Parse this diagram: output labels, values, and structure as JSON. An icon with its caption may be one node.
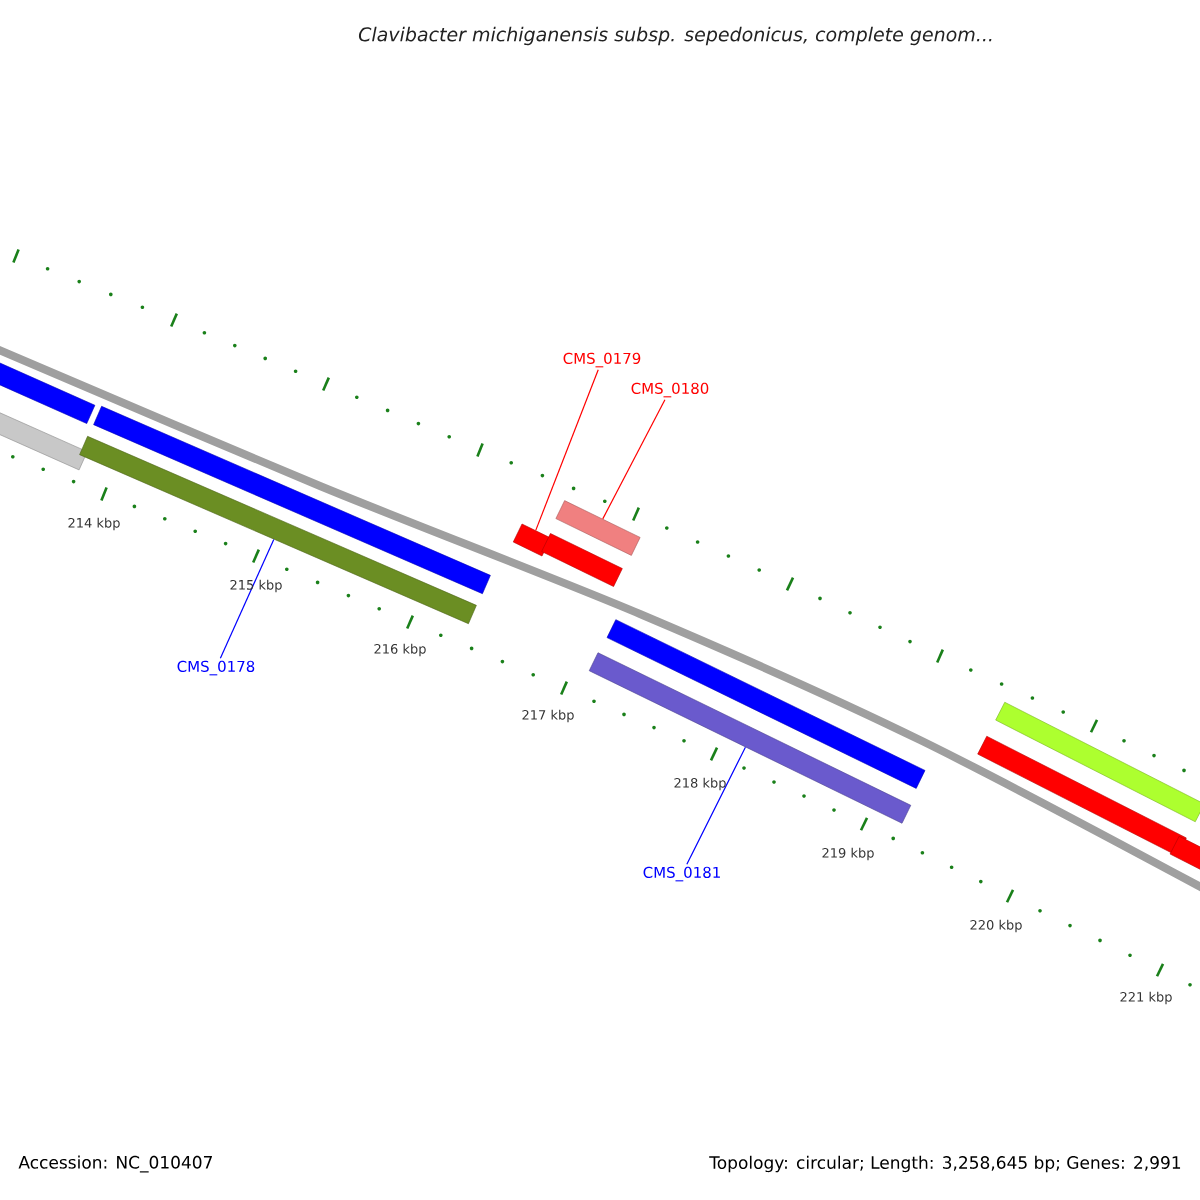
{
  "diagram": {
    "title": "Clavibacter michiganensis subsp. sepedonicus, complete genom...",
    "nodes": [
      {
        "text": [
          "CMS_0179"
        ]
      },
      {
        "text": [
          "CMS_0180"
        ]
      },
      {
        "text": [
          "CMS_0178"
        ]
      },
      {
        "text": [
          "CMS_0181"
        ]
      },
      {
        "text": [],
        "shape": "bar"
      },
      {
        "text": [],
        "shape": "bar"
      },
      {
        "text": [],
        "shape": "bar"
      },
      {
        "text": [],
        "shape": "bar"
      },
      {
        "text": [],
        "shape": "bar"
      },
      {
        "text": [],
        "shape": "bar"
      },
      {
        "text": [],
        "shape": "bar"
      },
      {
        "text": [],
        "shape": "bar"
      },
      {
        "text": [],
        "shape": "bar"
      },
      {
        "text": [],
        "shape": "bar"
      },
      {
        "text": [],
        "shape": "bar"
      },
      {
        "text": [],
        "shape": "bar"
      }
    ],
    "edges": [
      {
        "from": 0,
        "to": 8,
        "arrow": "none",
        "color": "#ff0000"
      },
      {
        "from": 1,
        "to": 10,
        "arrow": "none",
        "color": "#ff0000"
      },
      {
        "from": 2,
        "to": 6,
        "arrow": "none",
        "color": "#0000ff"
      },
      {
        "from": 3,
        "to": 11,
        "arrow": "none",
        "color": "#0000ff"
      }
    ],
    "labels": [
      "214 kbp",
      "215 kbp",
      "216 kbp",
      "217 kbp",
      "218 kbp",
      "219 kbp",
      "220 kbp",
      "221 kbp",
      "Accession: NC_010407",
      "Topology: circular; Length: 3,258,645 bp; Genes: 2,991"
    ]
  }
}
